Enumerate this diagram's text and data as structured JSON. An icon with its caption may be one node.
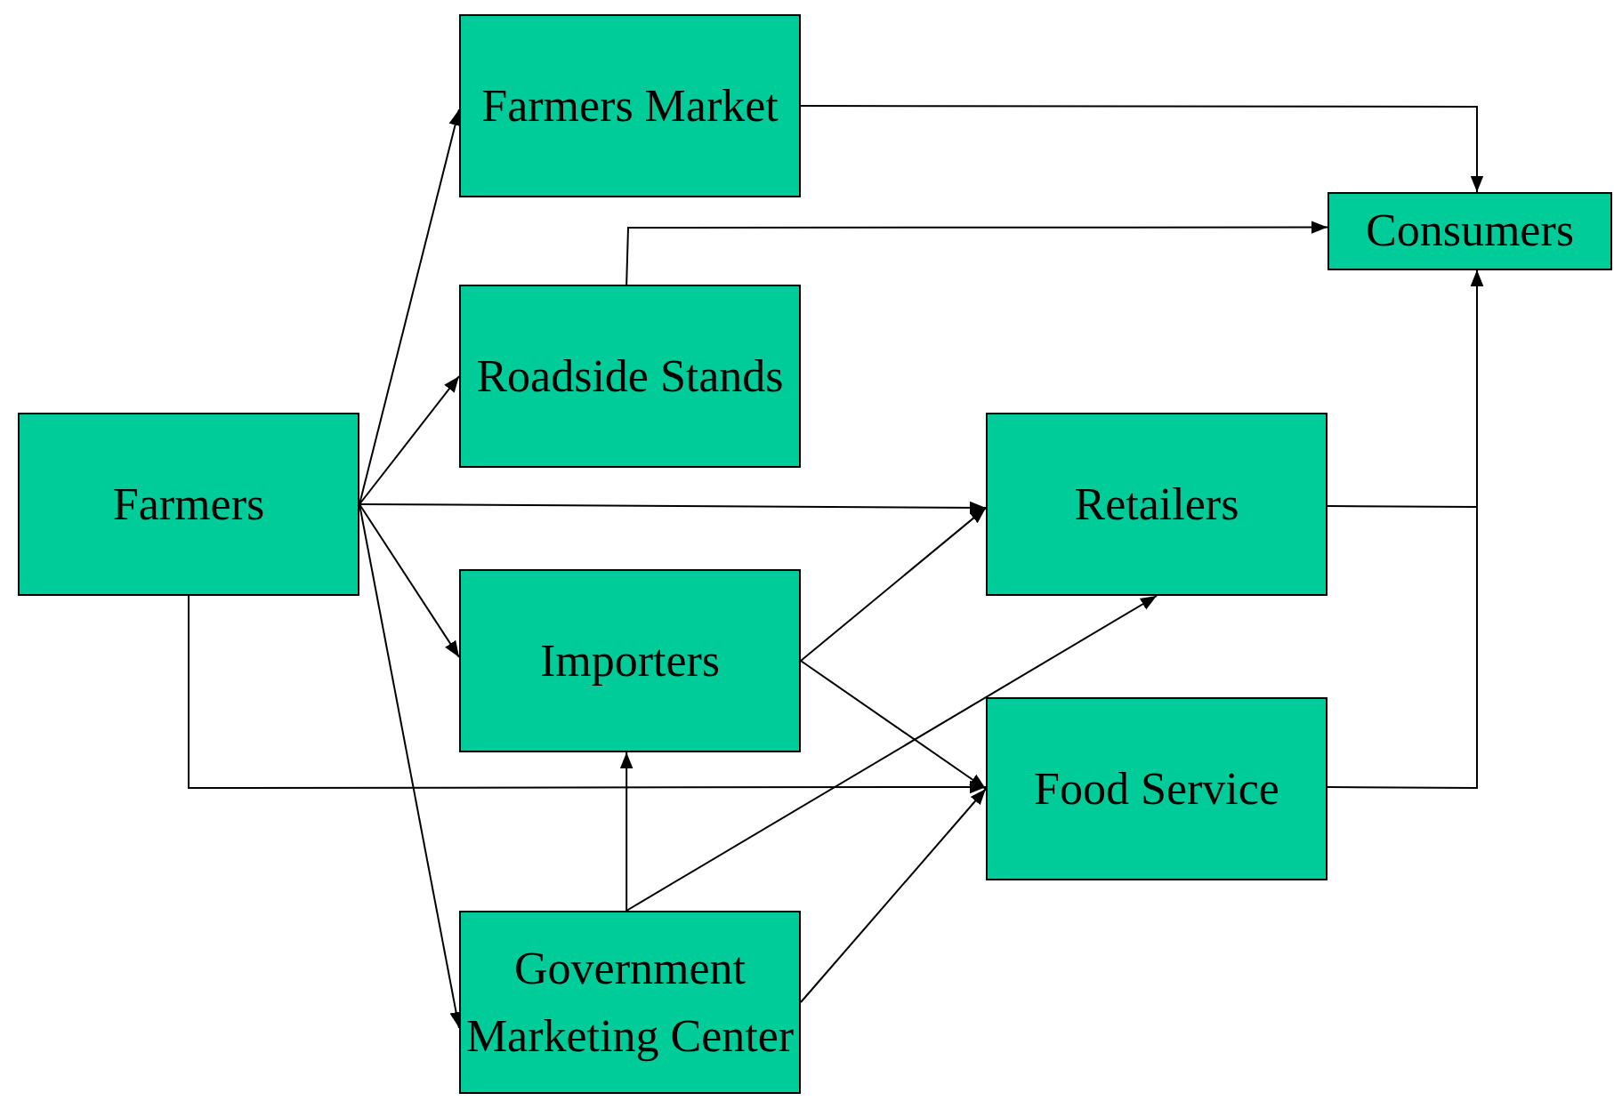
{
  "diagram": {
    "nodes": [
      {
        "text": [
          "Farmers"
        ]
      },
      {
        "text": [
          "Farmers Market"
        ]
      },
      {
        "text": [
          "Roadside Stands"
        ]
      },
      {
        "text": [
          "Importers"
        ]
      },
      {
        "text": [
          "Government Marketing Center"
        ]
      },
      {
        "text": [
          "Consumers"
        ]
      },
      {
        "text": [
          "Retailers"
        ]
      },
      {
        "text": [
          "Food Service"
        ]
      }
    ],
    "edges": [
      {
        "from": 0,
        "to": 1,
        "arrow": "to"
      },
      {
        "from": 0,
        "to": 2,
        "arrow": "to"
      },
      {
        "from": 0,
        "to": 6,
        "arrow": "to"
      },
      {
        "from": 0,
        "to": 3,
        "arrow": "to"
      },
      {
        "from": 0,
        "to": 4,
        "arrow": "to"
      },
      {
        "from": 0,
        "to": 7,
        "arrow": "to"
      },
      {
        "from": 1,
        "to": 5,
        "arrow": "to"
      },
      {
        "from": 2,
        "to": 5,
        "arrow": "to"
      },
      {
        "from": 6,
        "to": 5,
        "arrow": "to"
      },
      {
        "from": 7,
        "to": 5,
        "arrow": "to"
      },
      {
        "from": 3,
        "to": 6,
        "arrow": "to"
      },
      {
        "from": 3,
        "to": 7,
        "arrow": "to"
      },
      {
        "from": 4,
        "to": 3,
        "arrow": "to"
      },
      {
        "from": 4,
        "to": 6,
        "arrow": "to"
      },
      {
        "from": 4,
        "to": 7,
        "arrow": "to"
      }
    ]
  }
}
